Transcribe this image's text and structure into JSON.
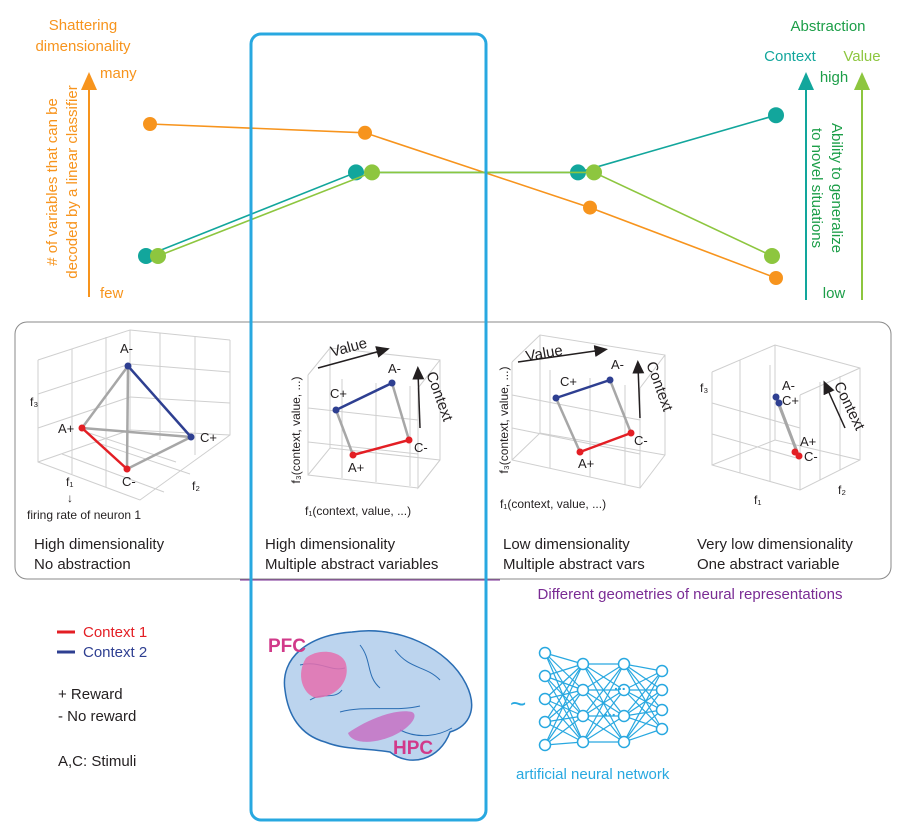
{
  "left_axis": {
    "title_line1": "Shattering",
    "title_line2": "dimensionality",
    "top": "many",
    "bottom": "few",
    "label_line1": "# of variables that can be",
    "label_line2": "decoded by a linear classifier"
  },
  "right_axis": {
    "title": "Abstraction",
    "context": "Context",
    "value": "Value",
    "top": "high",
    "bottom": "low",
    "label_line1": "Ability to generalize",
    "label_line2": "to novel situations"
  },
  "colors": {
    "dimensionality": "#f7941d",
    "context": "#12a69c",
    "value": "#8dc63f",
    "highlight_box": "#28a8e0",
    "geometry_caption": "#7a2b94",
    "context1": "#e31e24",
    "context2": "#2e3f91",
    "brain_label": "#d13a8a"
  },
  "chart_data": {
    "type": "line",
    "categories": [
      "High dimensionality, No abstraction",
      "High dimensionality, Multiple abstract variables",
      "Low dimensionality, Multiple abstract vars",
      "Very low dimensionality, One abstract variable"
    ],
    "series": [
      {
        "name": "Shattering dimensionality",
        "values": [
          0.8,
          0.76,
          0.42,
          0.1
        ]
      },
      {
        "name": "Context",
        "values": [
          0.2,
          0.58,
          0.58,
          0.84
        ]
      },
      {
        "name": "Value",
        "values": [
          0.2,
          0.58,
          0.58,
          0.2
        ]
      }
    ]
  },
  "panels": [
    {
      "line1": "High dimensionality",
      "line2": "No abstraction",
      "f3": "f₃",
      "f1": "f₁",
      "f2": "f₂",
      "note": "firing rate of neuron 1",
      "labels": {
        "am": "A-",
        "ap": "A+",
        "cp": "C+",
        "cm": "C-"
      }
    },
    {
      "line1": "High dimensionality",
      "line2": "Multiple abstract variables",
      "f3": "f₃(context, value, ...)",
      "f1": "f₁(context, value, ...)",
      "value": "Value",
      "context": "Context",
      "labels": {
        "am": "A-",
        "ap": "A+",
        "cp": "C+",
        "cm": "C-"
      }
    },
    {
      "line1": "Low dimensionality",
      "line2": "Multiple abstract vars",
      "f3": "f₃(context, value, ...)",
      "f1": "f₁(context, value, ...)",
      "value": "Value",
      "context": "Context",
      "labels": {
        "am": "A-",
        "ap": "A+",
        "cp": "C+",
        "cm": "C-"
      }
    },
    {
      "line1": "Very low dimensionality",
      "line2": "One abstract variable",
      "f3": "f₃",
      "f1": "f₁",
      "f2": "f₂",
      "context": "Context",
      "labels": {
        "am": "A-",
        "ap": "A+",
        "cp": "C+",
        "cm": "C-"
      }
    }
  ],
  "geometry_caption": "Different geometries of neural representations",
  "legend": {
    "context1": "Context 1",
    "context2": "Context 2",
    "reward": "+ Reward",
    "no_reward": "- No reward",
    "stimuli": "A,C: Stimuli"
  },
  "brain": {
    "pfc": "PFC",
    "hpc": "HPC"
  },
  "network": {
    "tilde": "~",
    "dots": "...",
    "label": "artificial neural network"
  }
}
